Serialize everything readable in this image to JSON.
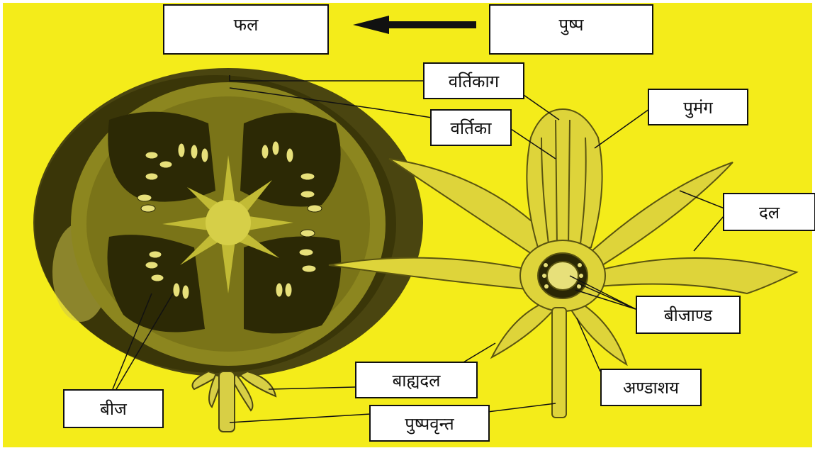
{
  "title_row": {
    "fruit": "फल",
    "flower": "पुष्प"
  },
  "labels": {
    "stigma": "वर्तिकाग",
    "style": "वर्तिका",
    "androecium": "पुमंग",
    "petal": "दल",
    "ovule": "बीजाण्ड",
    "ovary": "अण्डाशय",
    "sepal": "बाह्यदल",
    "pedicel": "पुष्पवृन्त",
    "seed": "बीज"
  },
  "colors": {
    "background": "#f4ec1a",
    "fruit_dark": "#3e3a0a",
    "fruit_mid": "#8f8a20",
    "flower_fill": "#ded43a",
    "flower_line": "#5a5410",
    "arrow": "#111111"
  }
}
